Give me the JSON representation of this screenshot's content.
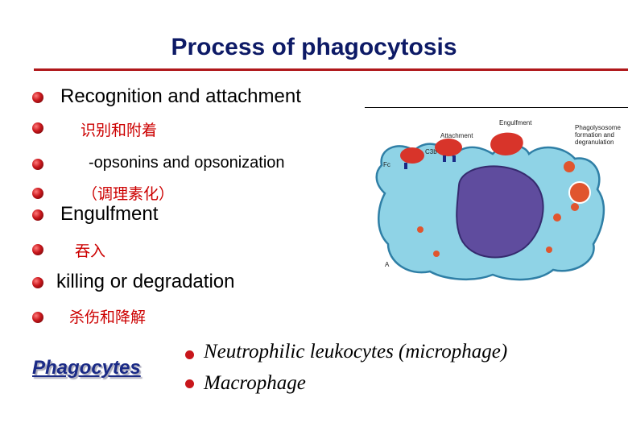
{
  "title": "Process of phagocytosis",
  "bullets": [
    "Recognition and attachment",
    "识别和附着",
    "-opsonins and opsonization",
    "（调理素化）",
    "Engulfment",
    "吞入",
    "killing or degradation",
    "杀伤和降解"
  ],
  "diagram": {
    "labels": {
      "engulfment": "Engulfment",
      "attachment": "Attachment",
      "phagolysosome_1": "Phagolysosome",
      "phagolysosome_2": "formation and",
      "phagolysosome_3": "degranulation",
      "fc": "Fc",
      "c3b": "C3b",
      "panel": "A"
    },
    "colors": {
      "cytoplasm": "#8fd3e6",
      "nucleus": "#5f4c9e",
      "granule": "#e0552e",
      "bacterium": "#d8342a"
    }
  },
  "phagocytes": {
    "label": "Phagocytes",
    "items": [
      "Neutrophilic leukocytes (microphage)",
      "Macrophage"
    ]
  }
}
